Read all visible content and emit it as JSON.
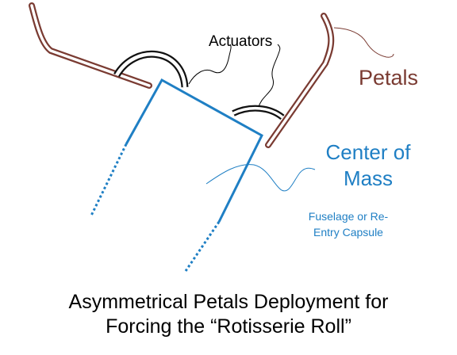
{
  "labels": {
    "actuators": "Actuators",
    "petals": "Petals",
    "center_of_mass_line1": "Center of",
    "center_of_mass_line2": "Mass",
    "fuselage_line1": "Fuselage or Re-",
    "fuselage_line2": "Entry Capsule"
  },
  "caption": {
    "line1": "Asymmetrical Petals Deployment for",
    "line2": "Forcing the “Rotisserie Roll”"
  },
  "colors": {
    "petal": "#7a3b32",
    "fuselage": "#1f7fc4",
    "actuator": "#111111",
    "text": "#000000"
  }
}
